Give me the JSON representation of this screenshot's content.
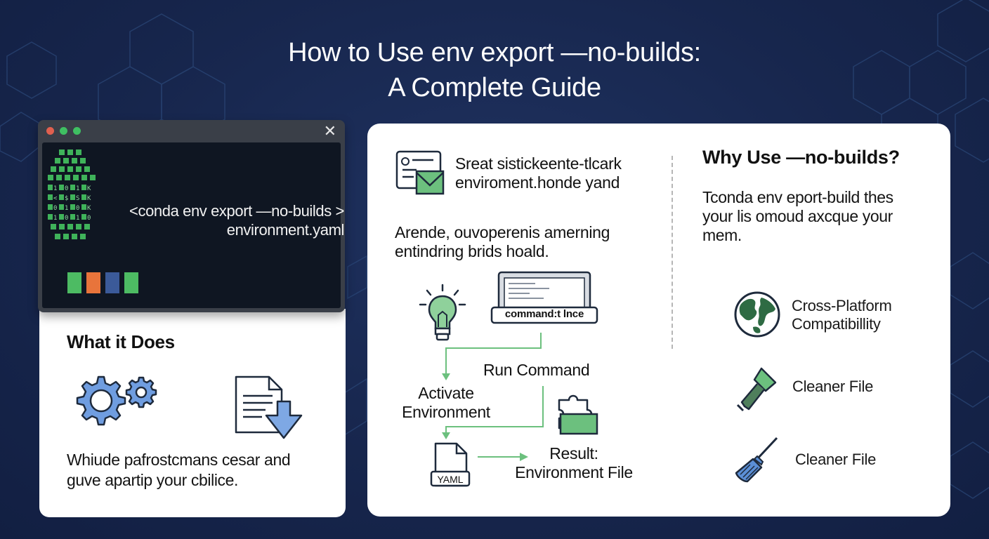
{
  "title": {
    "line1": "How to Use env export —no-builds:",
    "line2": "A Complete Guide"
  },
  "terminal": {
    "close_glyph": "✕",
    "command_line1": "<conda env export —no-builds >",
    "command_line2": "environment.yaml",
    "dot_colors": [
      "#e0604f",
      "#3fbf62",
      "#3fbf62"
    ],
    "block_colors": [
      "#4dbb63",
      "#e8743b",
      "#3b5a99",
      "#4dbb63"
    ]
  },
  "what_it_does": {
    "heading": "What it Does",
    "icons": [
      "gears-icon",
      "document-download-icon"
    ],
    "text_line1": "Whiude pafrostcmans cesar and",
    "text_line2": "guve apartip your cbilice."
  },
  "middle": {
    "intro_line1": "Sreat sistickeente-tlcark",
    "intro_line2": "enviroment.honde yand",
    "para_line1": "Arende, ouvoperenis amerning",
    "para_line2": "entindring brids hoald.",
    "laptop_label": "command:t lnce",
    "run_command": "Run Command",
    "activate_line1": "Activate",
    "activate_line2": "Environment",
    "yaml_label": "YAML",
    "result_line1": "Result:",
    "result_line2": "Environment File"
  },
  "why": {
    "heading": "Why Use —no-builds?",
    "text_line1": "Tconda env eport-build thes",
    "text_line2": "your lis omoud axcque your",
    "text_line3": "mem.",
    "features": [
      {
        "icon": "globe-icon",
        "line1": "Cross-Platform",
        "line2": "Compatibillity"
      },
      {
        "icon": "tool-icon",
        "line1": "Cleaner File",
        "line2": ""
      },
      {
        "icon": "broom-icon",
        "line1": "Cleaner File",
        "line2": ""
      }
    ]
  },
  "colors": {
    "background": "#17264d",
    "green": "#3fb35a",
    "blue_icon": "#5b8fd6",
    "hex_lines": "#2b4a7a"
  }
}
